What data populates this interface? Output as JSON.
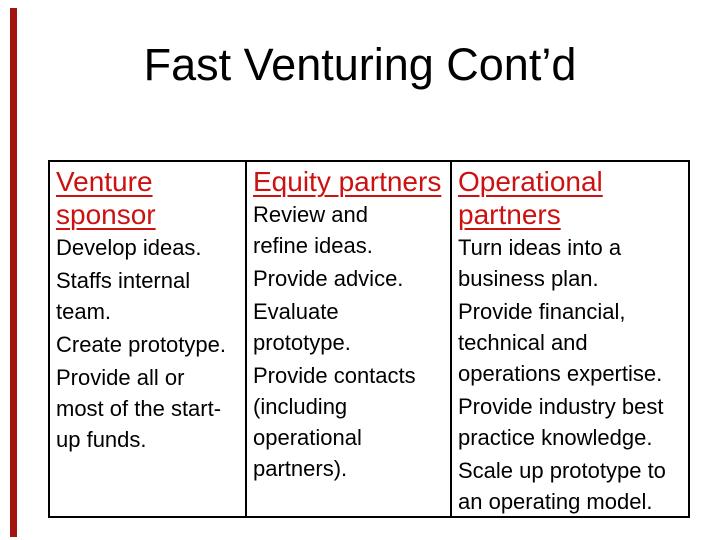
{
  "slide": {
    "title": "Fast Venturing Cont’d",
    "colors": {
      "accent_bar": "#a31310",
      "table_header_text": "#cc1111",
      "body_text": "#000000",
      "table_border": "#000000",
      "background": "#ffffff"
    },
    "table": {
      "columns": [
        {
          "id": "venture-sponsor",
          "header": "Venture\nsponsor",
          "paragraphs": [
            "Develop ideas.",
            "Staffs internal\nteam.",
            "Create prototype.",
            "Provide all or\nmost of the start-\nup funds."
          ]
        },
        {
          "id": "equity-partners",
          "header": "Equity partners",
          "paragraphs": [
            "Review and\nrefine ideas.",
            "Provide advice.",
            "Evaluate\nprototype.",
            "Provide contacts\n(including\noperational\npartners)."
          ]
        },
        {
          "id": "operational-partners",
          "header": "Operational\npartners",
          "paragraphs": [
            "Turn ideas into a\nbusiness plan.",
            "Provide financial,\ntechnical and\noperations expertise.",
            "Provide industry best\npractice knowledge.",
            "Scale up prototype to\nan operating model."
          ]
        }
      ]
    }
  }
}
